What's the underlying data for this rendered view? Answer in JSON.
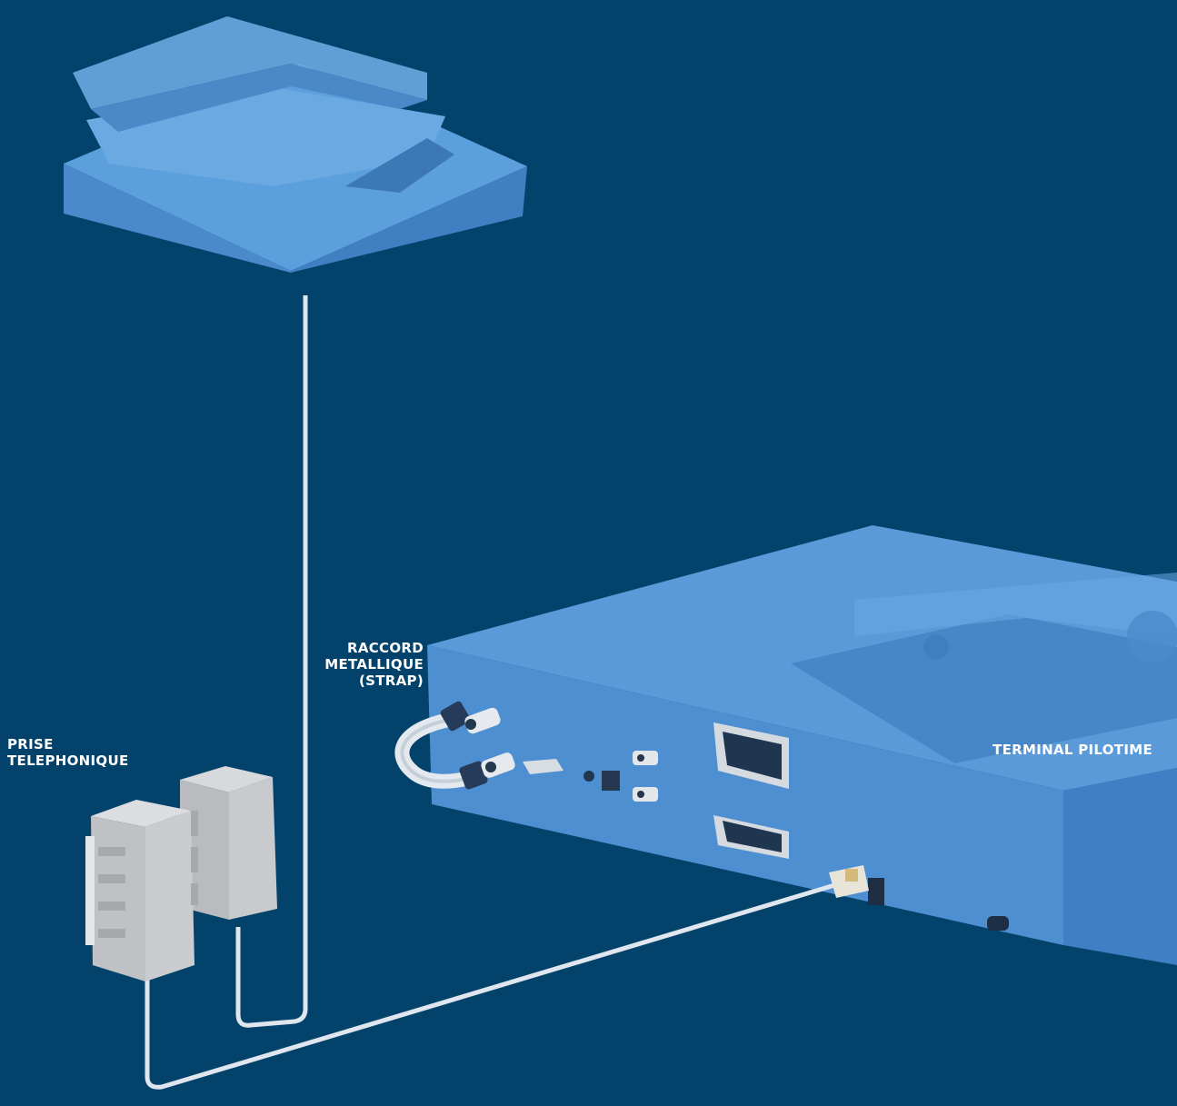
{
  "labels": {
    "raccord": [
      "RACCORD",
      "METALLIQUE",
      "(STRAP)"
    ],
    "prise": [
      "PRISE",
      "TELEPHONIQUE"
    ],
    "terminal": [
      "TERMINAL PILOTIME"
    ]
  },
  "colors": {
    "background": "#02426b",
    "device_body": "#4d8fd0",
    "device_top": "#5b9fdc",
    "device_dark": "#3a78b8",
    "cable": "#dfe6ee",
    "plug_grey": "#c9cbcf",
    "label_text": "#ffffff"
  }
}
